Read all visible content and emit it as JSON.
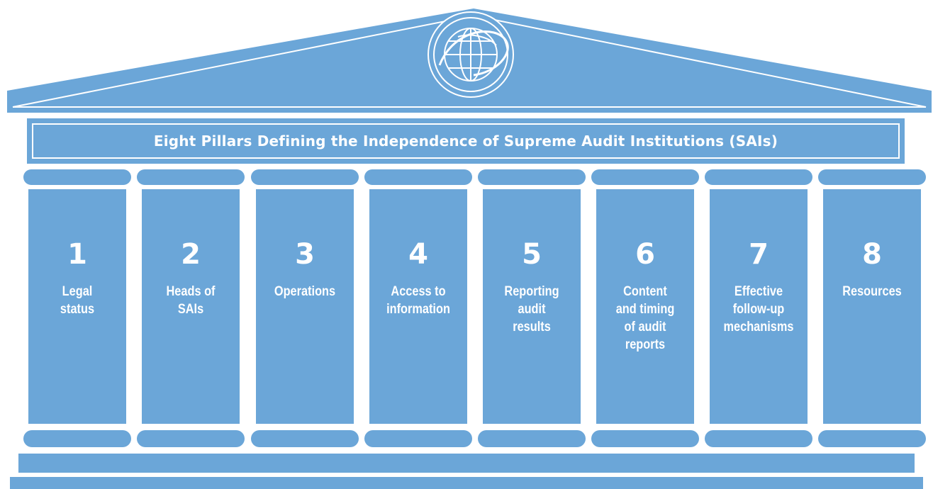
{
  "title": "Eight Pillars Defining the Independence of Supreme Audit Institutions (SAIs)",
  "pillars": [
    {
      "number": "1",
      "label": "Legal\nstatus"
    },
    {
      "number": "2",
      "label": "Heads of\nSAIs"
    },
    {
      "number": "3",
      "label": "Operations"
    },
    {
      "number": "4",
      "label": "Access to\ninformation"
    },
    {
      "number": "5",
      "label": "Reporting\naudit\nresults"
    },
    {
      "number": "6",
      "label": "Content\nand timing\nof audit\nreports"
    },
    {
      "number": "7",
      "label": "Effective\nfollow-up\nmechanisms"
    },
    {
      "number": "8",
      "label": "Resources"
    }
  ],
  "colors": {
    "pillar": "#6ba6d8",
    "text": "#ffffff",
    "background": "#ffffff"
  },
  "emblem_icon": "globe-icon"
}
